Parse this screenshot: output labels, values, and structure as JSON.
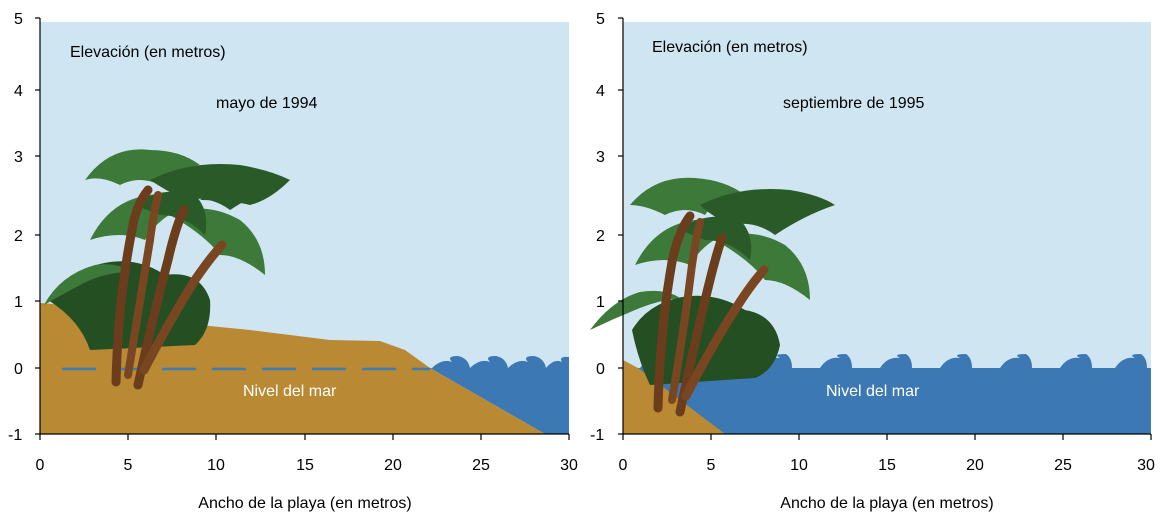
{
  "panels": [
    {
      "elevation_label": "Elevación (en metros)",
      "date_label": "mayo de 1994",
      "sea_level_label": "Nivel del mar",
      "xlabel": "Ancho de la playa (en metros)",
      "x_ticks": [
        "0",
        "5",
        "10",
        "15",
        "20",
        "25",
        "30"
      ],
      "y_ticks": [
        "5",
        "4",
        "3",
        "2",
        "1",
        "0",
        "-1"
      ]
    },
    {
      "elevation_label": "Elevación (en metros)",
      "date_label": "septiembre de 1995",
      "sea_level_label": "Nivel del mar",
      "xlabel": "Ancho de la playa (en metros)",
      "x_ticks": [
        "0",
        "5",
        "10",
        "15",
        "20",
        "25",
        "30"
      ],
      "y_ticks": [
        "5",
        "4",
        "3",
        "2",
        "1",
        "0",
        "-1"
      ]
    }
  ],
  "colors": {
    "sky": "#cfe6f2",
    "sand": "#b98a33",
    "sea": "#3c78b3",
    "sea_level_dash": "#3d7db5",
    "palm_trunk": "#6b3d1c",
    "palm_leaf": "#3d7a3a",
    "palm_leaf_dark": "#2a5a28",
    "shrub": "#234f22"
  },
  "icons": [
    "palm-trees-icon",
    "wave-icon"
  ]
}
